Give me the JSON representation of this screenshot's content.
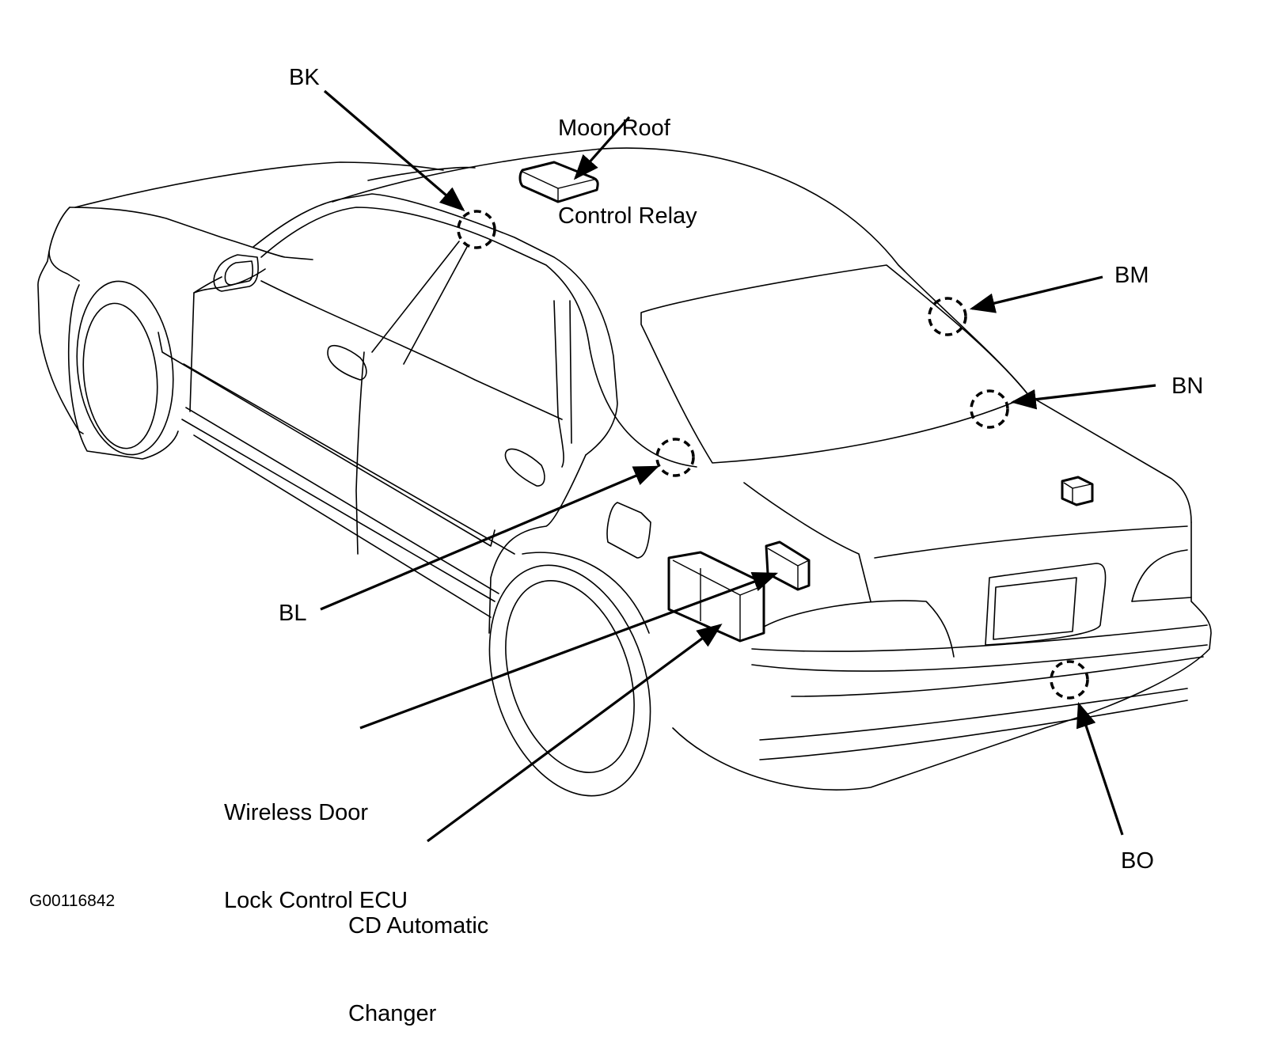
{
  "figure_id": "G00116842",
  "callouts": {
    "bk": {
      "label": "BK",
      "kind": "connector-location"
    },
    "bl": {
      "label": "BL",
      "kind": "connector-location"
    },
    "bm": {
      "label": "BM",
      "kind": "connector-location"
    },
    "bn": {
      "label": "BN",
      "kind": "connector-location"
    },
    "bo": {
      "label": "BO",
      "kind": "connector-location"
    },
    "moon_roof_relay": {
      "line1": "Moon Roof",
      "line2": "Control Relay",
      "kind": "component"
    },
    "wireless_ecu": {
      "line1": "Wireless Door",
      "line2": "Lock Control ECU",
      "kind": "component"
    },
    "cd_changer": {
      "line1": "CD Automatic",
      "line2": "Changer",
      "kind": "component"
    }
  },
  "colors": {
    "line": "#000000",
    "background": "#ffffff"
  }
}
